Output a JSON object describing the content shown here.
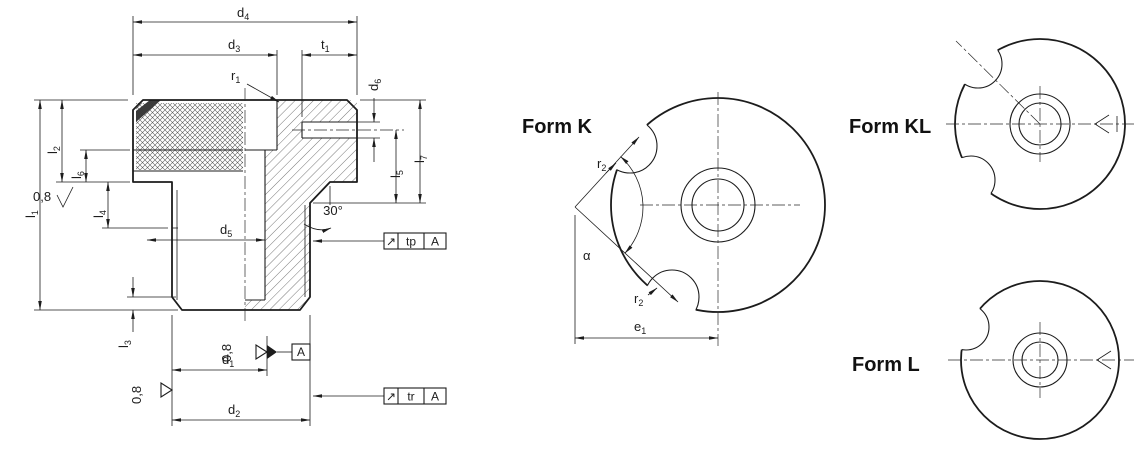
{
  "colors": {
    "ink": "#1c1c1c",
    "bg": "#ffffff"
  },
  "main_view": {
    "labels": {
      "d1": {
        "b": "d",
        "s": "1"
      },
      "d2": {
        "b": "d",
        "s": "2"
      },
      "d3": {
        "b": "d",
        "s": "3"
      },
      "d4": {
        "b": "d",
        "s": "4"
      },
      "d5": {
        "b": "d",
        "s": "5"
      },
      "d6": {
        "b": "d",
        "s": "6"
      },
      "t1": {
        "b": "t",
        "s": "1"
      },
      "r1": {
        "b": "r",
        "s": "1"
      },
      "l1": {
        "b": "l",
        "s": "1"
      },
      "l2": {
        "b": "l",
        "s": "2"
      },
      "l3": {
        "b": "l",
        "s": "3"
      },
      "l4": {
        "b": "l",
        "s": "4"
      },
      "l5": {
        "b": "l",
        "s": "5"
      },
      "l6": {
        "b": "l",
        "s": "6"
      },
      "l7": {
        "b": "l",
        "s": "7"
      },
      "angle": "30°",
      "roughness": "0,8",
      "datum": "A"
    },
    "flags": {
      "tp": {
        "symbol": "↗",
        "code": "tp",
        "datum": "A"
      },
      "tr": {
        "symbol": "↗",
        "code": "tr",
        "datum": "A"
      }
    }
  },
  "forms": {
    "k": {
      "title": "Form K",
      "r2": {
        "b": "r",
        "s": "2"
      },
      "alpha": "α",
      "e1": {
        "b": "e",
        "s": "1"
      }
    },
    "kl": {
      "title": "Form KL"
    },
    "l": {
      "title": "Form L"
    }
  }
}
